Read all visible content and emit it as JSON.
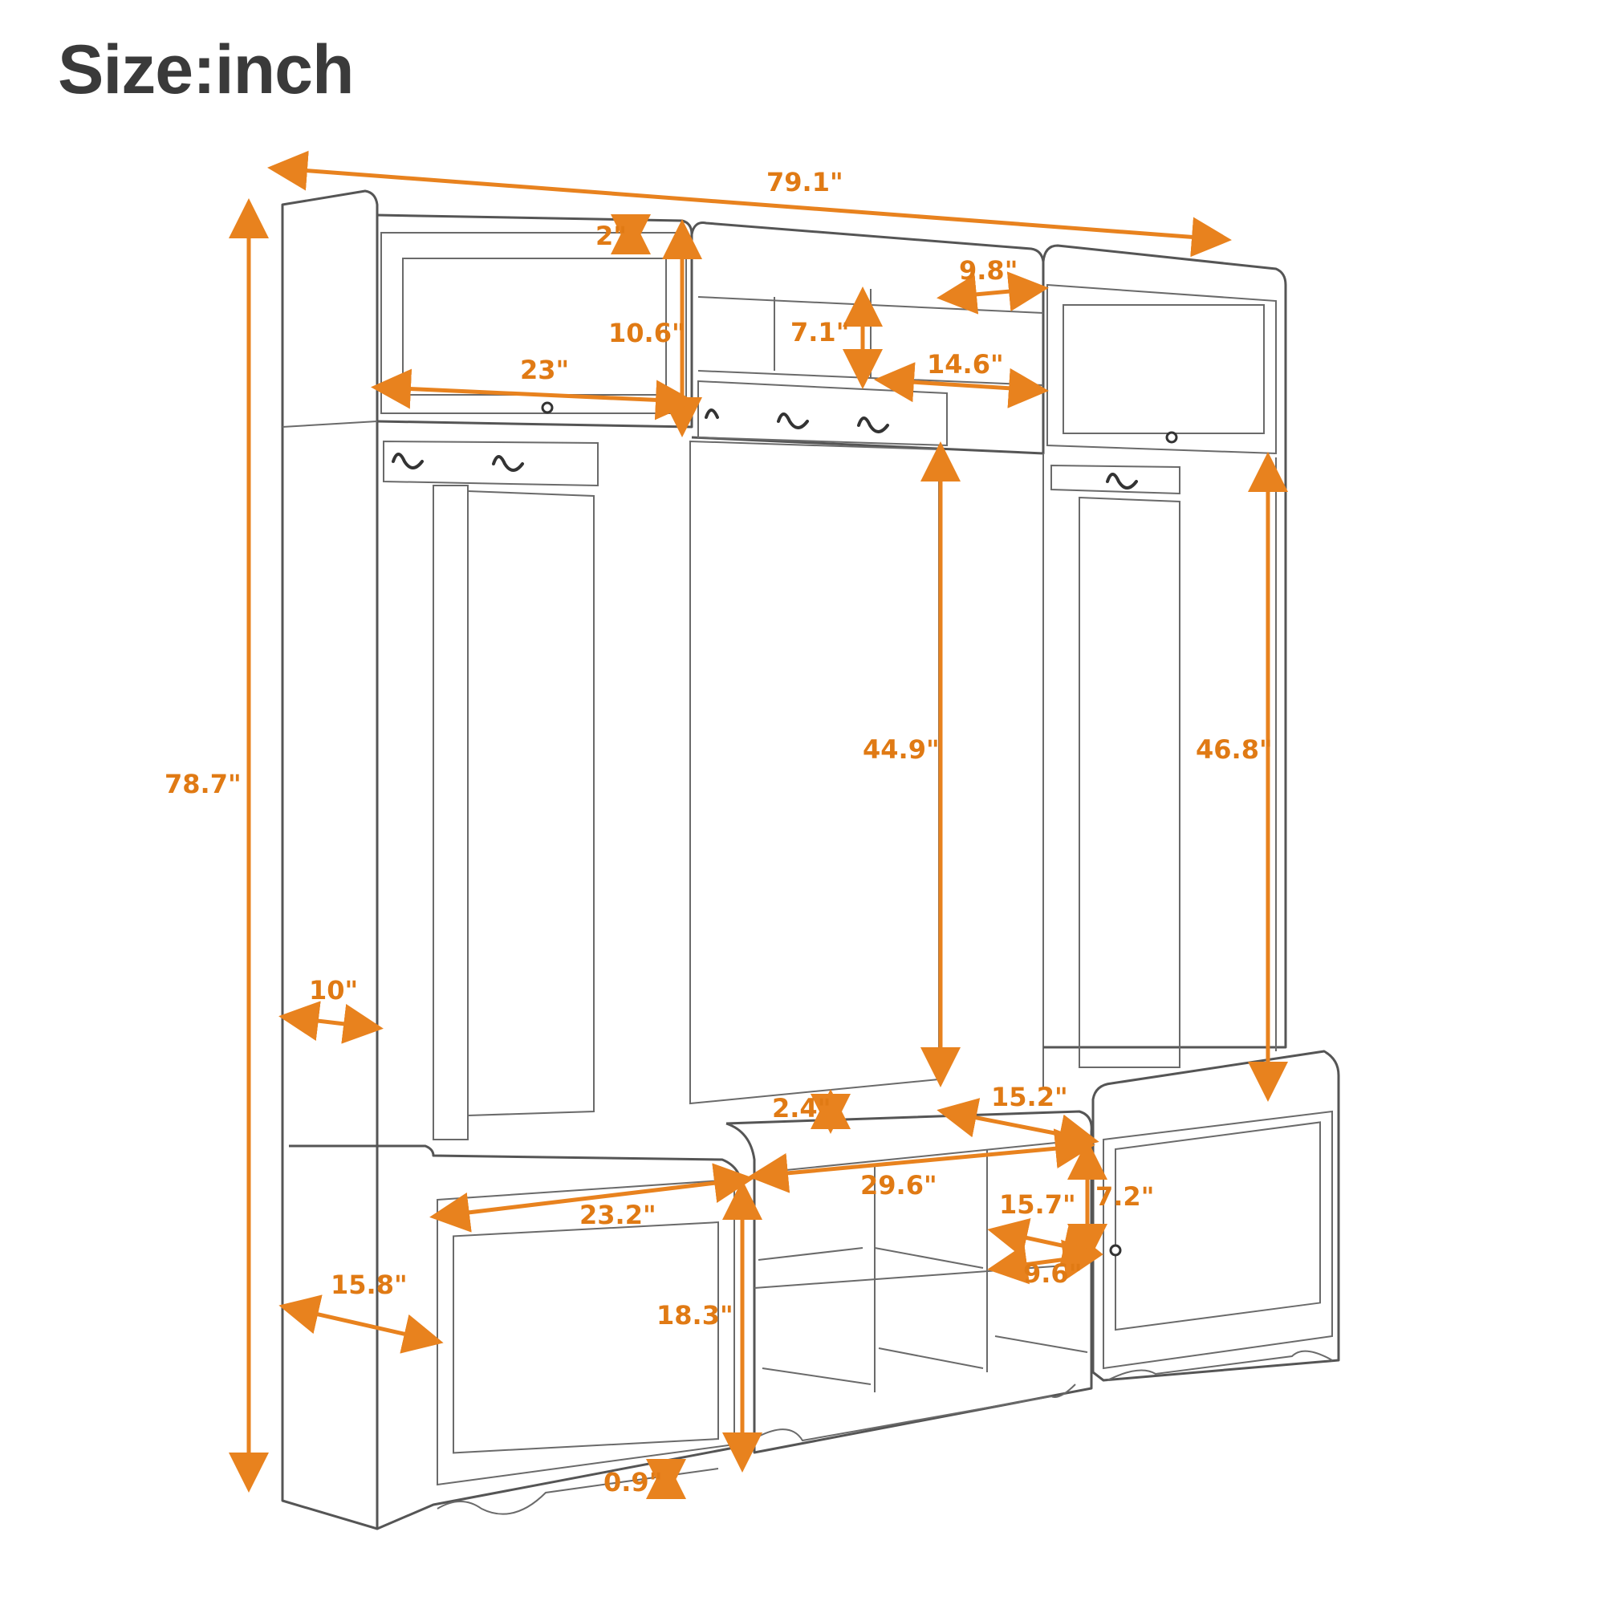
{
  "title": "Size:inch",
  "accent_color": "#e8821e",
  "dimensions": {
    "total_width": "79.1\"",
    "total_height": "78.7\"",
    "top_edge": "2\"",
    "top_cabinet_height": "10.6\"",
    "top_cabinet_width": "23\"",
    "center_cubby_height": "7.1\"",
    "cubby_depth": "9.8\"",
    "cubby_width": "14.6\"",
    "center_opening_height": "44.9\"",
    "right_opening_height": "46.8\"",
    "side_depth": "10\"",
    "bench_thickness": "2.4\"",
    "bench_depth": "15.2\"",
    "center_bench_width": "29.6\"",
    "left_bench_width": "23.2\"",
    "shoe_cubby_height": "7.2\"",
    "shoe_cubby_width": "15.7\"",
    "shoe_cubby_depth": "9.6\"",
    "base_depth": "15.8\"",
    "bench_height": "18.3\"",
    "base_clearance": "0.9\""
  }
}
